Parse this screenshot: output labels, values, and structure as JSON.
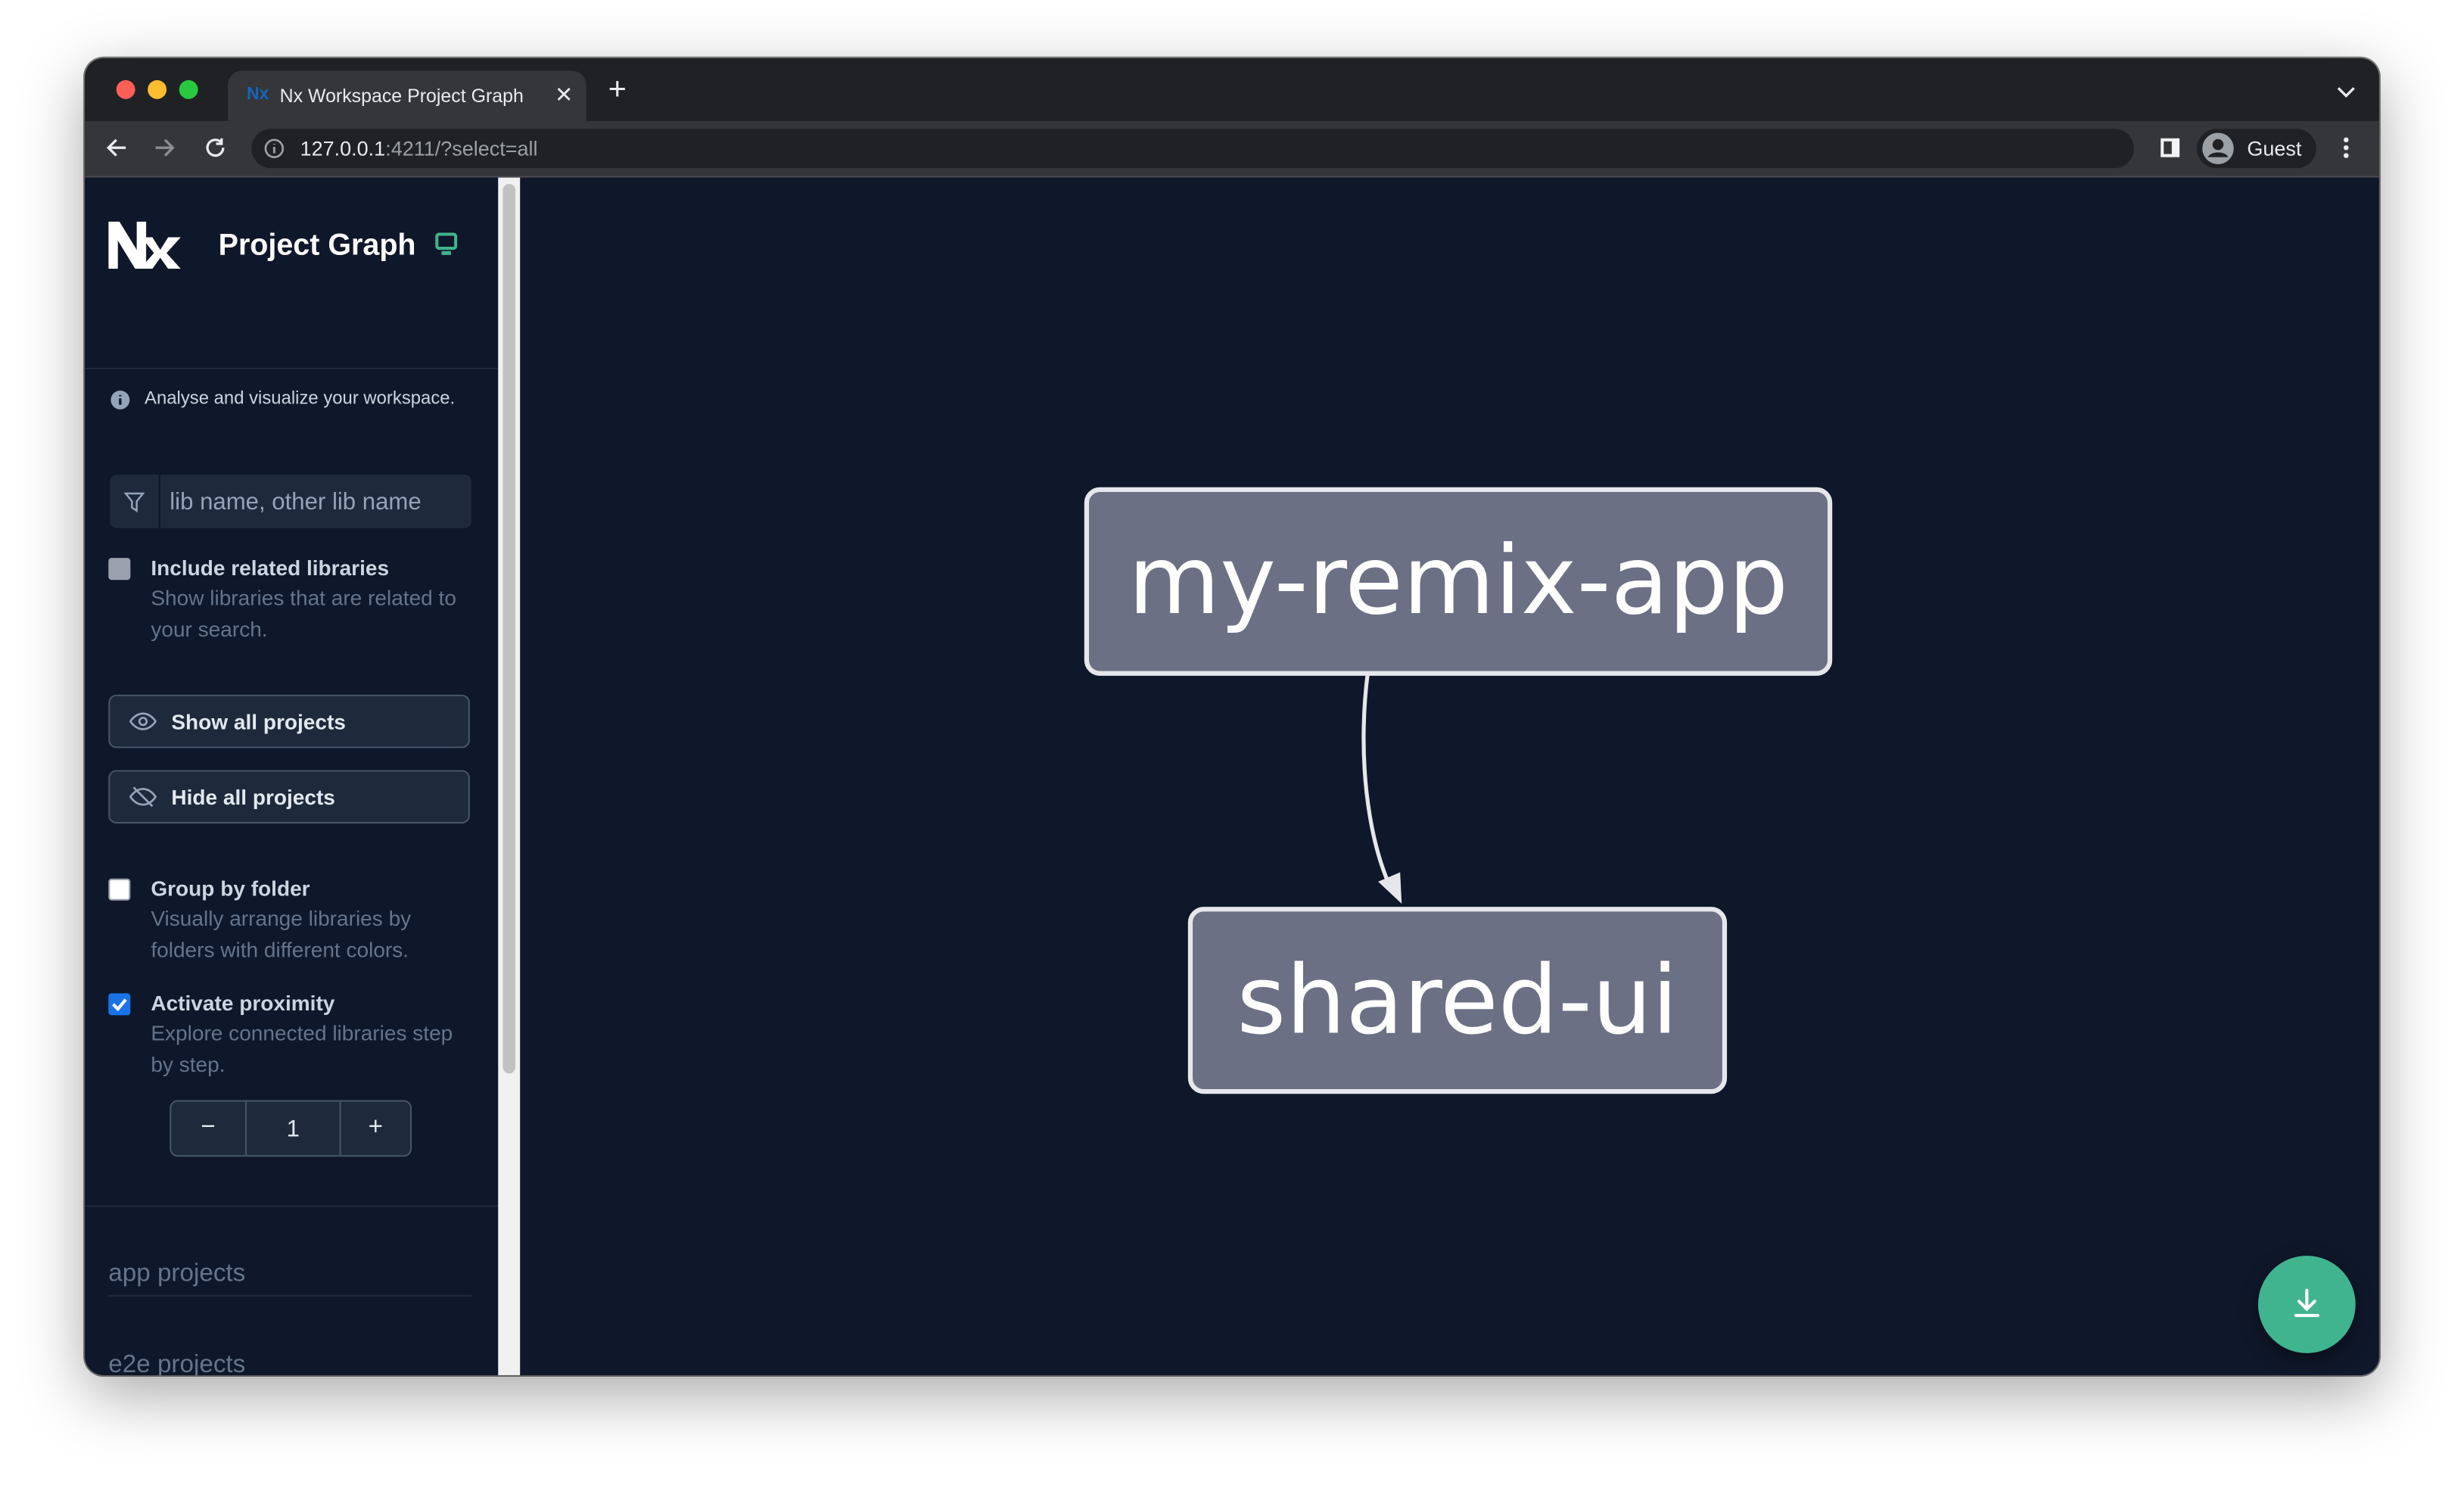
{
  "browser": {
    "tab_title": "Nx Workspace Project Graph",
    "url_host": "127.0.0.1",
    "url_rest": ":4211/?select=all",
    "profile_label": "Guest"
  },
  "sidebar": {
    "title": "Project Graph",
    "info": "Analyse and visualize your workspace.",
    "search_placeholder": "lib name, other lib name",
    "include_related": {
      "label": "Include related libraries",
      "description": "Show libraries that are related to your search.",
      "checked": false
    },
    "show_all_label": "Show all projects",
    "hide_all_label": "Hide all projects",
    "group_by_folder": {
      "label": "Group by folder",
      "description": "Visually arrange libraries by folders with different colors.",
      "checked": false
    },
    "activate_proximity": {
      "label": "Activate proximity",
      "description": "Explore connected libraries step by step.",
      "checked": true
    },
    "proximity_value": "1",
    "decrement_label": "−",
    "increment_label": "+",
    "groups": [
      "app projects",
      "e2e projects"
    ]
  },
  "graph": {
    "nodes": [
      "my-remix-app",
      "shared-ui"
    ],
    "edges": [
      {
        "from": "my-remix-app",
        "to": "shared-ui"
      }
    ]
  },
  "colors": {
    "accent": "#40b48f",
    "checkbox": "#1a73e8",
    "background": "#0f172a",
    "node": "#6b7085"
  }
}
